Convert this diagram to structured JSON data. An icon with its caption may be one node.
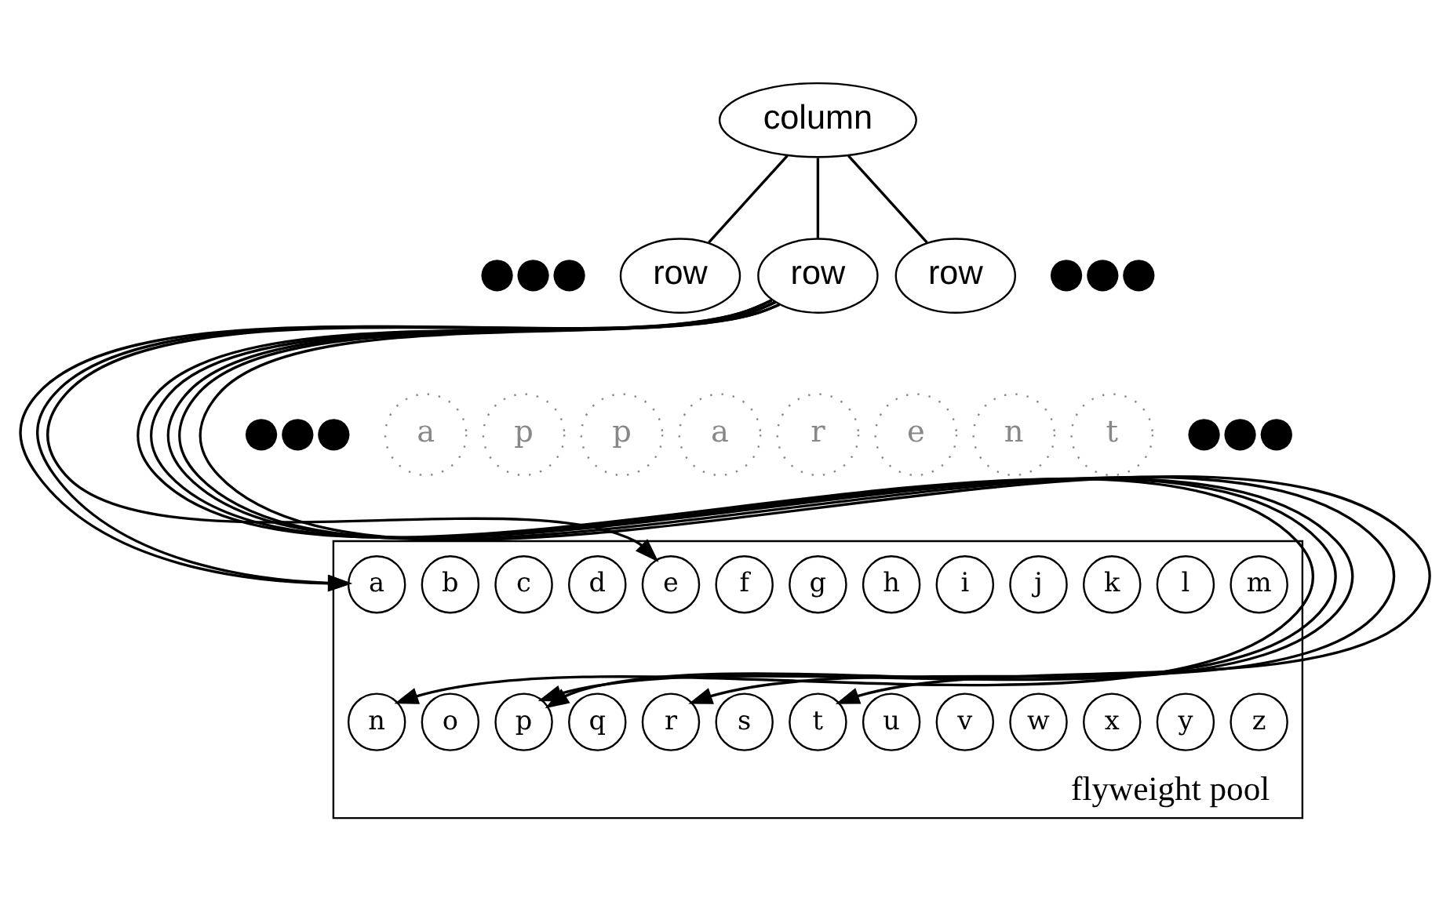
{
  "diagram": {
    "nodes": [
      {
        "text": [
          "column"
        ]
      },
      {
        "text": [
          "row"
        ]
      },
      {
        "text": [
          "row"
        ]
      },
      {
        "text": [
          "row"
        ]
      },
      {
        "text": [
          "a"
        ]
      },
      {
        "text": [
          "p"
        ]
      },
      {
        "text": [
          "p"
        ]
      },
      {
        "text": [
          "a"
        ]
      },
      {
        "text": [
          "r"
        ]
      },
      {
        "text": [
          "e"
        ]
      },
      {
        "text": [
          "n"
        ]
      },
      {
        "text": [
          "t"
        ]
      },
      {
        "text": [
          "flyweight pool"
        ]
      },
      {
        "text": [
          "a"
        ],
        "in": 12
      },
      {
        "text": [
          "b"
        ],
        "in": 12
      },
      {
        "text": [
          "c"
        ],
        "in": 12
      },
      {
        "text": [
          "d"
        ],
        "in": 12
      },
      {
        "text": [
          "e"
        ],
        "in": 12
      },
      {
        "text": [
          "f"
        ],
        "in": 12
      },
      {
        "text": [
          "g"
        ],
        "in": 12
      },
      {
        "text": [
          "h"
        ],
        "in": 12
      },
      {
        "text": [
          "i"
        ],
        "in": 12
      },
      {
        "text": [
          "j"
        ],
        "in": 12
      },
      {
        "text": [
          "k"
        ],
        "in": 12
      },
      {
        "text": [
          "l"
        ],
        "in": 12
      },
      {
        "text": [
          "m"
        ],
        "in": 12
      },
      {
        "text": [
          "n"
        ],
        "in": 12
      },
      {
        "text": [
          "o"
        ],
        "in": 12
      },
      {
        "text": [
          "p"
        ],
        "in": 12
      },
      {
        "text": [
          "q"
        ],
        "in": 12
      },
      {
        "text": [
          "r"
        ],
        "in": 12
      },
      {
        "text": [
          "s"
        ],
        "in": 12
      },
      {
        "text": [
          "t"
        ],
        "in": 12
      },
      {
        "text": [
          "u"
        ],
        "in": 12
      },
      {
        "text": [
          "v"
        ],
        "in": 12
      },
      {
        "text": [
          "w"
        ],
        "in": 12
      },
      {
        "text": [
          "x"
        ],
        "in": 12
      },
      {
        "text": [
          "y"
        ],
        "in": 12
      },
      {
        "text": [
          "z"
        ],
        "in": 12
      }
    ],
    "edges": [
      {
        "from": 0,
        "to": 1,
        "arrow": "none"
      },
      {
        "from": 0,
        "to": 2,
        "arrow": "none"
      },
      {
        "from": 0,
        "to": 3,
        "arrow": "none"
      },
      {
        "from": 2,
        "to": 13,
        "arrow": "to"
      },
      {
        "from": 2,
        "to": 28,
        "arrow": "to"
      },
      {
        "from": 2,
        "to": 28,
        "arrow": "to"
      },
      {
        "from": 2,
        "to": 13,
        "arrow": "to"
      },
      {
        "from": 2,
        "to": 30,
        "arrow": "to"
      },
      {
        "from": 2,
        "to": 17,
        "arrow": "to"
      },
      {
        "from": 2,
        "to": 26,
        "arrow": "to"
      },
      {
        "from": 2,
        "to": 32,
        "arrow": "to"
      }
    ],
    "labels": [
      "●●●",
      "●●●",
      "●●●",
      "●●●"
    ]
  }
}
